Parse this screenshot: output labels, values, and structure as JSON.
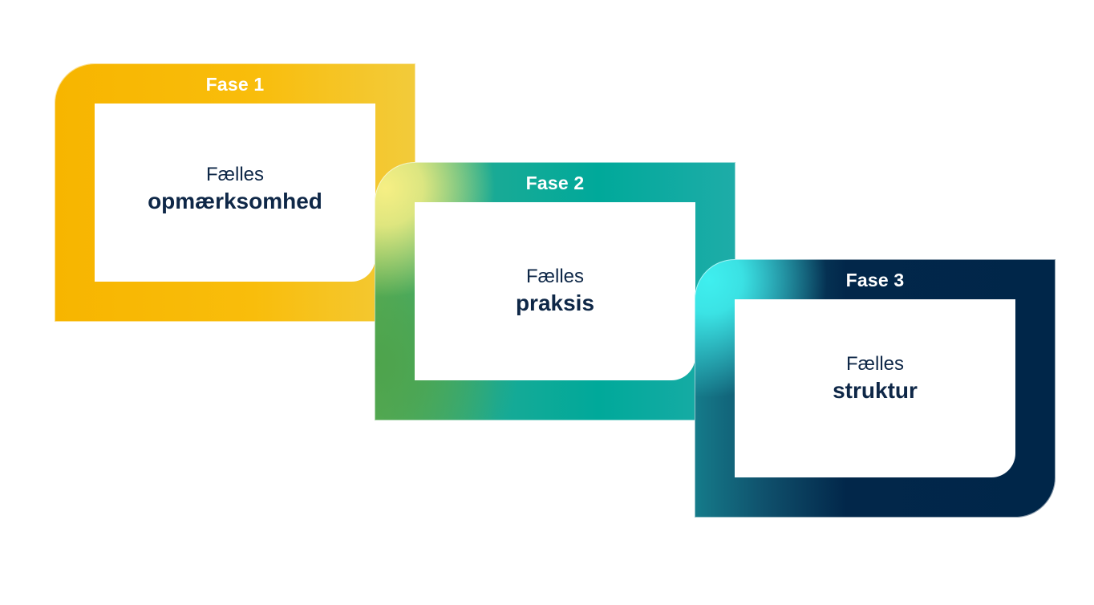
{
  "phases": [
    {
      "title": "Fase 1",
      "line1": "Fælles",
      "line2": "opmærksomhed",
      "color": "#f7b500"
    },
    {
      "title": "Fase 2",
      "line1": "Fælles",
      "line2": "praksis",
      "color": "#00a99a"
    },
    {
      "title": "Fase 3",
      "line1": "Fælles",
      "line2": "struktur",
      "color": "#002649"
    }
  ],
  "text_color": "#0e2747"
}
